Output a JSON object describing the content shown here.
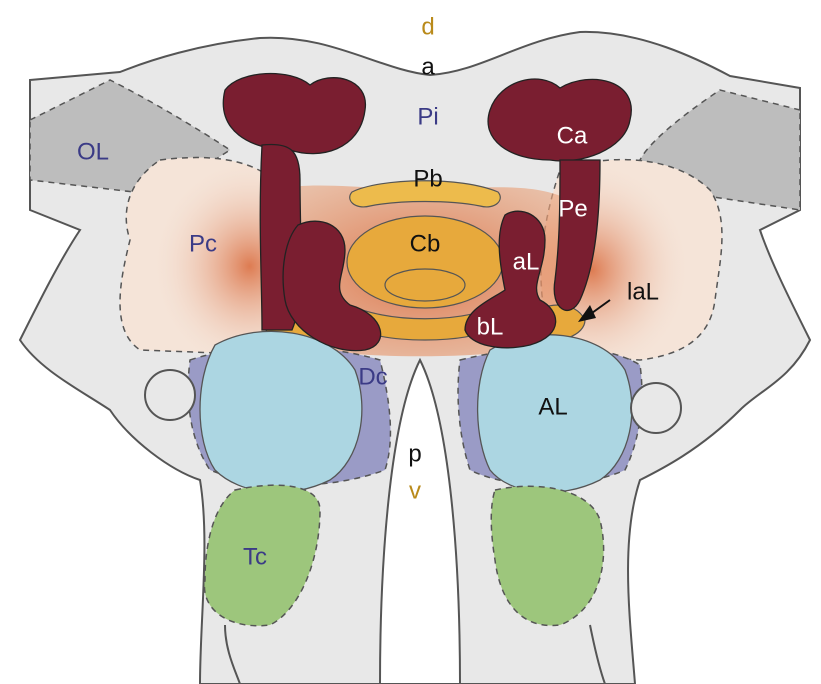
{
  "colors": {
    "brain_outline": "#e8e8e8",
    "optic_lobe": "#bdbdbd",
    "protocerebrum": "#f5e4d8",
    "protocerebrum_glow": "#d9693a",
    "mushroom_body": "#7a1e30",
    "central_body": "#e7a93c",
    "protocerebral_bridge": "#edbb4c",
    "antennal_lobe": "#acd6e2",
    "deutocerebrum": "#9a9bc6",
    "tritocerebrum": "#9dc67c",
    "axis_label": "#b98a1a",
    "region_label_dark": "#3b3b86",
    "region_label_black": "#111111",
    "region_label_white": "#ffffff"
  },
  "axis": {
    "dorsal": "d",
    "ventral": "v",
    "anterior": "a",
    "posterior": "p"
  },
  "regions": {
    "pi": "Pi",
    "ol": "OL",
    "pc": "Pc",
    "pb": "Pb",
    "cb": "Cb",
    "ca": "Ca",
    "pe": "Pe",
    "al_lobe": "aL",
    "lal": "laL",
    "bl": "bL",
    "dc": "Dc",
    "antennal": "AL",
    "tc": "Tc"
  }
}
